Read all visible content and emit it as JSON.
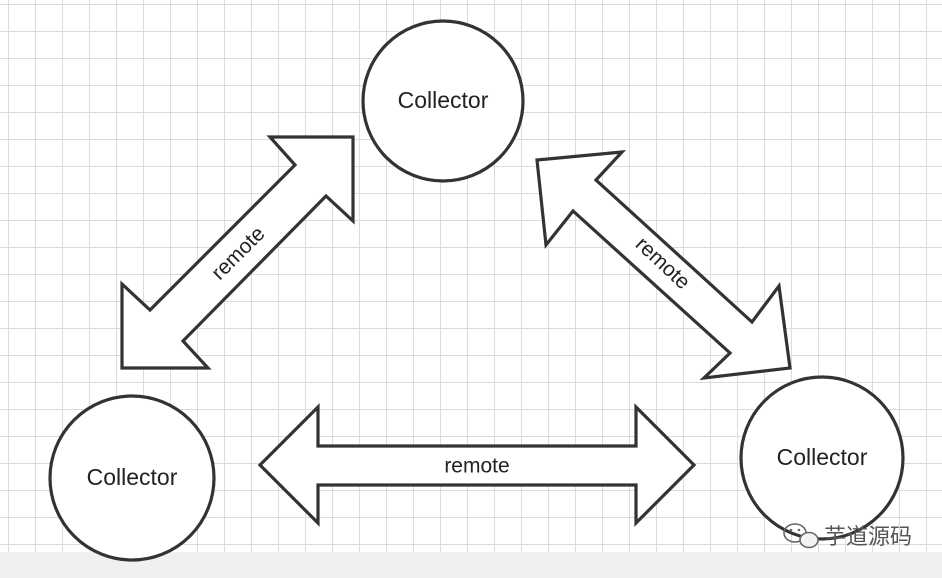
{
  "nodes": [
    {
      "id": "top",
      "label": "Collector"
    },
    {
      "id": "bottom-left",
      "label": "Collector"
    },
    {
      "id": "bottom-right",
      "label": "Collector"
    }
  ],
  "edges": [
    {
      "from": "top",
      "to": "bottom-left",
      "label": "remote"
    },
    {
      "from": "top",
      "to": "bottom-right",
      "label": "remote"
    },
    {
      "from": "bottom-left",
      "to": "bottom-right",
      "label": "remote"
    }
  ],
  "watermark": {
    "text": "芋道源码",
    "icon": "wechat-icon"
  },
  "colors": {
    "stroke": "#333333",
    "fill": "#ffffff",
    "grid": "#dcdcdc",
    "text": "#222222"
  }
}
